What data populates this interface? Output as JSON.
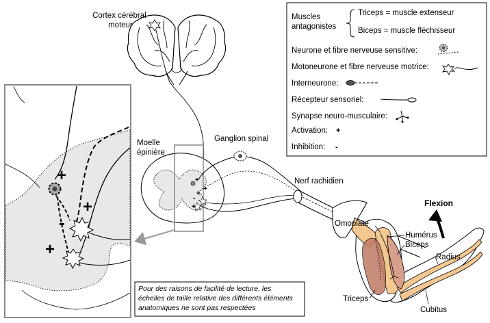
{
  "labels": {
    "cortex_line1": "Cortex cérébral",
    "cortex_line2": "moteur",
    "moelle_line1": "Moelle",
    "moelle_line2": "épinière",
    "ganglion": "Ganglion spinal",
    "nerf": "Nerf  rachidien",
    "flexion": "Flexion",
    "omoplate": "Omoplate",
    "humerus": "Humérus",
    "biceps": "Biceps",
    "radius": "Radius",
    "triceps": "Triceps",
    "cubitus": "Cubitus"
  },
  "legend": {
    "muscles_line1": "Muscles",
    "muscles_line2": "antagonistes",
    "triceps": "Triceps = muscle extenseur",
    "biceps": "Biceps = muscle fléchisseur",
    "sensory_neuron": "Neurone et fibre nerveuse sensitive:",
    "motoneuron": "Motoneurone et fibre nerveuse motrice:",
    "interneuron": "Interneurone:",
    "receptor": "Récepteur sensoriel:",
    "synapse": "Synapse neuro-musculaire:",
    "activation": "Activation:",
    "activation_symbol": "+",
    "inhibition": "Inhibition:",
    "inhibition_symbol": "-"
  },
  "zoom_signs": {
    "plus_top": "+",
    "plus_right": "+",
    "minus": "-",
    "plus_bottom": "+"
  },
  "cord_signs": {
    "plus_1": "+",
    "minus_1": "-",
    "plus_2": "+",
    "plus_3": "+"
  },
  "note": {
    "line1": "Pour des raisons de facilité de lecture, les",
    "line2": "échelles de taille relative des différents éléments",
    "line3": "anatomiques ne sont pas respectées"
  },
  "colors": {
    "gray_matter": "#e8e8e8",
    "muscle": "#d8a08c",
    "muscle_dark": "#c07a66",
    "bone": "#f3c890",
    "box_border": "#888888"
  }
}
